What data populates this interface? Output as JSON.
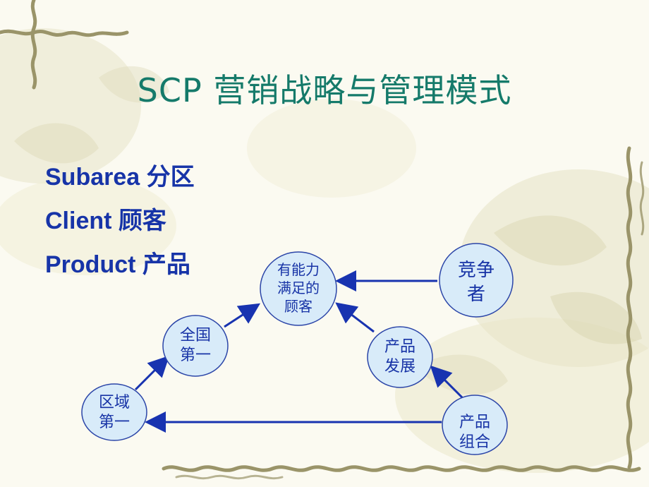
{
  "slide": {
    "title": "SCP 营销战略与管理模式",
    "bullets": [
      "Subarea 分区",
      "Client 顾客",
      "Product 产品"
    ]
  },
  "diagram": {
    "nodes": {
      "capable_customer": "有能力\n满足的\n顾客",
      "competitor": "竞争\n者",
      "national_first": "全国\n第一",
      "product_development": "产品\n发展",
      "regional_first": "区域\n第一",
      "product_mix": "产品\n组合"
    }
  },
  "colors": {
    "title": "#157a6a",
    "text": "#1734a8",
    "node_fill": "#d8ebf9",
    "node_stroke": "#2b45a8",
    "arrow": "#1833b0"
  }
}
